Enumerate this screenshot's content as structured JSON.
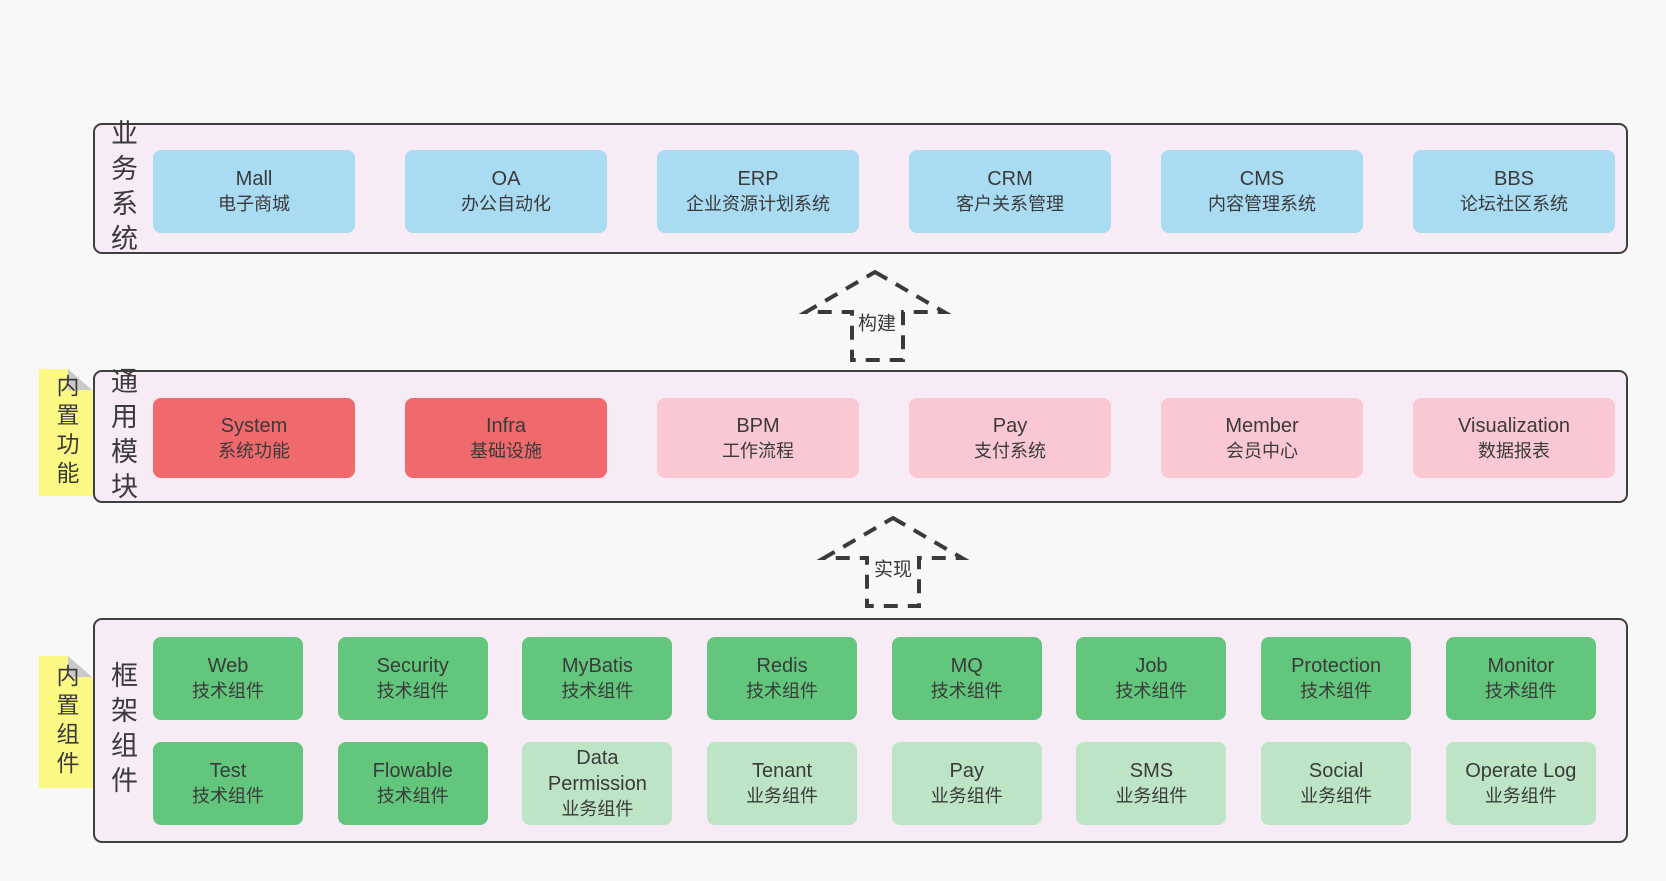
{
  "colors": {
    "page_bg": "#f8f8f8",
    "band_bg": "#f7ecf5",
    "band_border": "#3f3f3f",
    "business_box": "#a9dbf3",
    "core_module_box": "#f0696d",
    "optional_module_box": "#fac8d3",
    "tech_component_box": "#62c77d",
    "biz_component_box": "#bde5c5",
    "sticky_note": "#fbf884",
    "sticky_fold": "#c9c9c9",
    "text": "#3a3a3a"
  },
  "arrows": [
    {
      "label": "构建"
    },
    {
      "label": "实现"
    }
  ],
  "bands": [
    {
      "id": "business-systems",
      "label": "业务系统",
      "sticky": null,
      "rows": [
        [
          {
            "name": "Mall",
            "sub": "电子商城",
            "variant": "blue"
          },
          {
            "name": "OA",
            "sub": "办公自动化",
            "variant": "blue"
          },
          {
            "name": "ERP",
            "sub": "企业资源计划系统",
            "variant": "blue"
          },
          {
            "name": "CRM",
            "sub": "客户关系管理",
            "variant": "blue"
          },
          {
            "name": "CMS",
            "sub": "内容管理系统",
            "variant": "blue"
          },
          {
            "name": "BBS",
            "sub": "论坛社区系统",
            "variant": "blue"
          }
        ]
      ]
    },
    {
      "id": "common-modules",
      "label": "通用模块",
      "sticky": "内置功能",
      "rows": [
        [
          {
            "name": "System",
            "sub": "系统功能",
            "variant": "red"
          },
          {
            "name": "Infra",
            "sub": "基础设施",
            "variant": "red"
          },
          {
            "name": "BPM",
            "sub": "工作流程",
            "variant": "pink"
          },
          {
            "name": "Pay",
            "sub": "支付系统",
            "variant": "pink"
          },
          {
            "name": "Member",
            "sub": "会员中心",
            "variant": "pink"
          },
          {
            "name": "Visualization",
            "sub": "数据报表",
            "variant": "pink"
          }
        ]
      ]
    },
    {
      "id": "framework-components",
      "label": "框架组件",
      "sticky": "内置组件",
      "rows": [
        [
          {
            "name": "Web",
            "sub": "技术组件",
            "variant": "green"
          },
          {
            "name": "Security",
            "sub": "技术组件",
            "variant": "green"
          },
          {
            "name": "MyBatis",
            "sub": "技术组件",
            "variant": "green"
          },
          {
            "name": "Redis",
            "sub": "技术组件",
            "variant": "green"
          },
          {
            "name": "MQ",
            "sub": "技术组件",
            "variant": "green"
          },
          {
            "name": "Job",
            "sub": "技术组件",
            "variant": "green"
          },
          {
            "name": "Protection",
            "sub": "技术组件",
            "variant": "green"
          },
          {
            "name": "Monitor",
            "sub": "技术组件",
            "variant": "green"
          }
        ],
        [
          {
            "name": "Test",
            "sub": "技术组件",
            "variant": "green"
          },
          {
            "name": "Flowable",
            "sub": "技术组件",
            "variant": "green"
          },
          {
            "name": "Data Permission",
            "sub": "业务组件",
            "variant": "lightgreen"
          },
          {
            "name": "Tenant",
            "sub": "业务组件",
            "variant": "lightgreen"
          },
          {
            "name": "Pay",
            "sub": "业务组件",
            "variant": "lightgreen"
          },
          {
            "name": "SMS",
            "sub": "业务组件",
            "variant": "lightgreen"
          },
          {
            "name": "Social",
            "sub": "业务组件",
            "variant": "lightgreen"
          },
          {
            "name": "Operate Log",
            "sub": "业务组件",
            "variant": "lightgreen"
          }
        ]
      ]
    }
  ]
}
